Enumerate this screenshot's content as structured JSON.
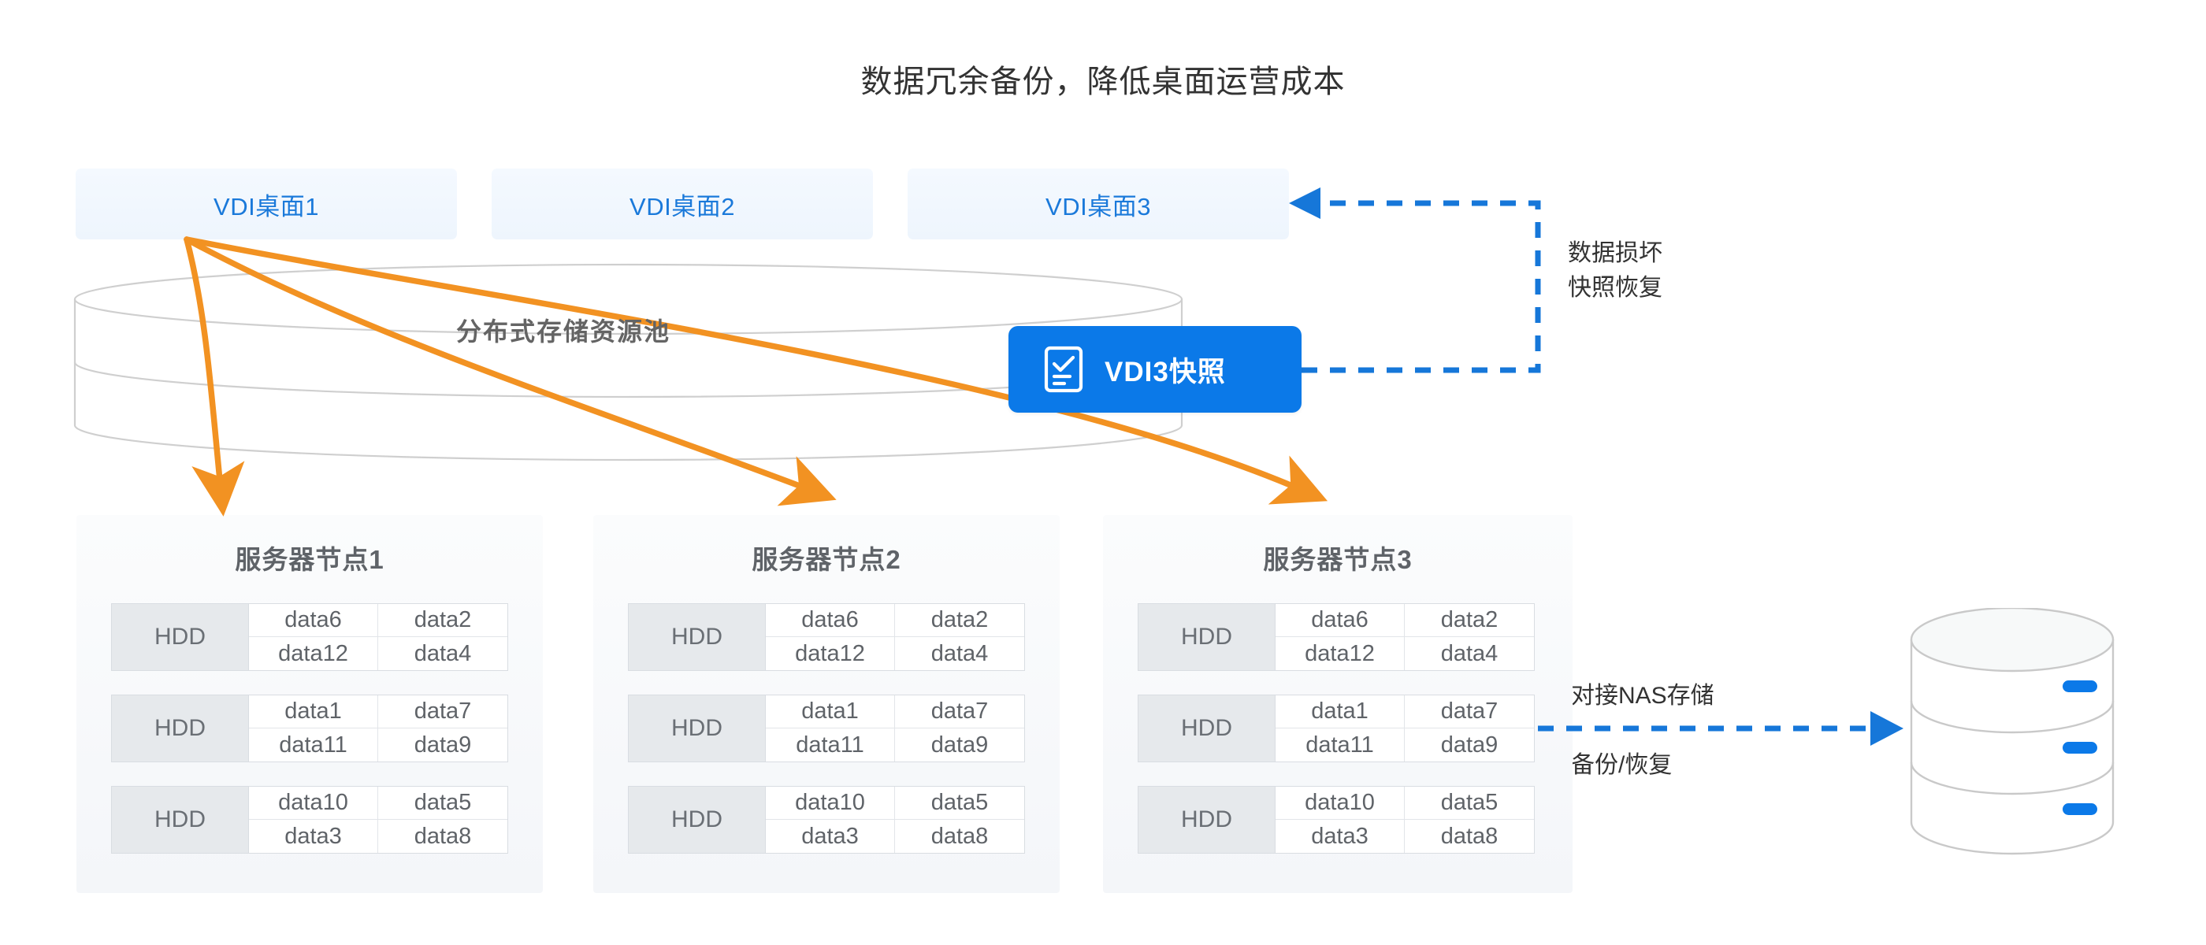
{
  "title": "数据冗余备份，降低桌面运营成本",
  "colors": {
    "accent_blue": "#0b79e8",
    "vdi_text_blue": "#1a79da",
    "arrow_orange": "#f29222",
    "dashed_blue": "#1677d9",
    "panel_gray": "#e6e9ec",
    "pool_outline": "#cccccc"
  },
  "vdi_desktops": [
    {
      "label": "VDI桌面1"
    },
    {
      "label": "VDI桌面2"
    },
    {
      "label": "VDI桌面3"
    }
  ],
  "storage_pool": {
    "label": "分布式存储资源池"
  },
  "snapshot_badge": {
    "label": "VDI3快照",
    "icon": "clipboard-check-icon"
  },
  "annotations": {
    "snapshot_restore": "数据损坏\n快照恢复",
    "snapshot_restore_line1": "数据损坏",
    "snapshot_restore_line2": "快照恢复",
    "nas_line1": "对接NAS存储",
    "nas_line2": "备份/恢复"
  },
  "nas_storage": {
    "icon": "database-stack-icon",
    "tiers": 3
  },
  "server_nodes": [
    {
      "title": "服务器节点1",
      "disks": [
        {
          "label": "HDD",
          "data": [
            "data6",
            "data2",
            "data12",
            "data4"
          ]
        },
        {
          "label": "HDD",
          "data": [
            "data1",
            "data7",
            "data11",
            "data9"
          ]
        },
        {
          "label": "HDD",
          "data": [
            "data10",
            "data5",
            "data3",
            "data8"
          ]
        }
      ]
    },
    {
      "title": "服务器节点2",
      "disks": [
        {
          "label": "HDD",
          "data": [
            "data6",
            "data2",
            "data12",
            "data4"
          ]
        },
        {
          "label": "HDD",
          "data": [
            "data1",
            "data7",
            "data11",
            "data9"
          ]
        },
        {
          "label": "HDD",
          "data": [
            "data10",
            "data5",
            "data3",
            "data8"
          ]
        }
      ]
    },
    {
      "title": "服务器节点3",
      "disks": [
        {
          "label": "HDD",
          "data": [
            "data6",
            "data2",
            "data12",
            "data4"
          ]
        },
        {
          "label": "HDD",
          "data": [
            "data1",
            "data7",
            "data11",
            "data9"
          ]
        },
        {
          "label": "HDD",
          "data": [
            "data10",
            "data5",
            "data3",
            "data8"
          ]
        }
      ]
    }
  ]
}
